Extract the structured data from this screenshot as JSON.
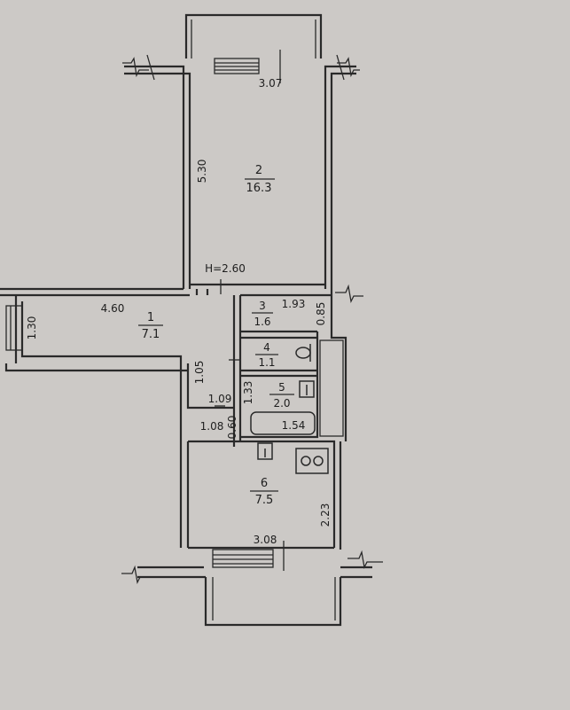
{
  "dimensions": {
    "room2_width": "3.07",
    "room2_length": "5.30",
    "ceiling_height": "H=2.60",
    "room1_length": "4.60",
    "room1_side": "1.30",
    "room3_width": "1.93",
    "room3_depth": "0.85",
    "corridor_width": "1.05",
    "bath_width": "1.33",
    "hall_step": "1.09",
    "hall_bottom": "1.08",
    "bath_length": "1.54",
    "kitchen_niche": "0.60",
    "kitchen_width": "3.08",
    "kitchen_depth": "2.23"
  },
  "rooms": [
    {
      "number": "1",
      "area": "7.1"
    },
    {
      "number": "2",
      "area": "16.3"
    },
    {
      "number": "3",
      "area": "1.6"
    },
    {
      "number": "4",
      "area": "1.1"
    },
    {
      "number": "5",
      "area": "2.0"
    },
    {
      "number": "6",
      "area": "7.5"
    }
  ]
}
